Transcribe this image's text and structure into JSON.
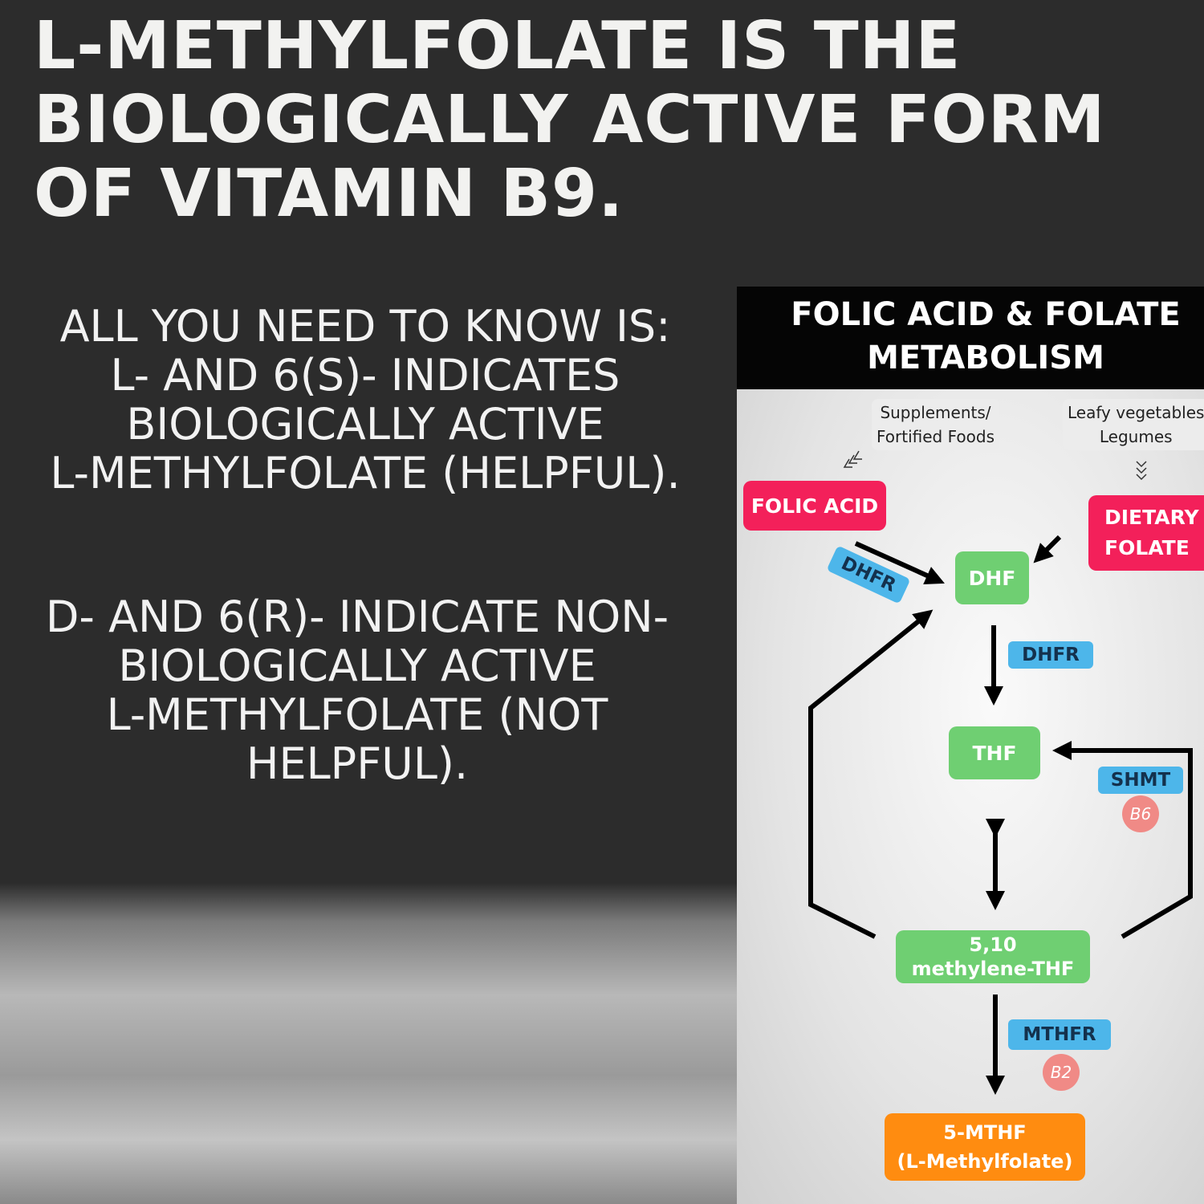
{
  "headline": [
    "L-METHYLFOLATE IS THE",
    "BIOLOGICALLY ACTIVE FORM",
    "OF VITAMIN B9."
  ],
  "paragraph_1": [
    "ALL YOU NEED TO KNOW IS:",
    "L- AND 6(S)- INDICATES",
    "BIOLOGICALLY ACTIVE",
    "L-METHYLFOLATE (HELPFUL)."
  ],
  "paragraph_2": [
    "D- AND 6(R)- INDICATE NON-",
    "BIOLOGICALLY ACTIVE",
    "L-METHYLFOLATE (NOT",
    "HELPFUL)."
  ],
  "diagram": {
    "title": [
      "FOLIC ACID & FOLATE",
      "METABOLISM"
    ],
    "sources": {
      "supplements": [
        "Supplements/",
        "Fortified Foods"
      ],
      "leafy": [
        "Leafy vegetables",
        "Legumes"
      ]
    },
    "nodes": {
      "folic_acid": "FOLIC ACID",
      "dietary_folate": [
        "DIETARY",
        "FOLATE"
      ],
      "dhf": "DHF",
      "thf": "THF",
      "methylene_thf": [
        "5,10",
        "methylene-THF"
      ],
      "mthf": [
        "5-MTHF",
        "(L-Methylfolate)"
      ]
    },
    "enzymes": {
      "dhfr_1": "DHFR",
      "dhfr_2": "DHFR",
      "shmt": "SHMT",
      "mthfr": "MTHFR"
    },
    "cofactors": {
      "b6": "B6",
      "b2": "B2"
    },
    "colors": {
      "source_node": "#f3205a",
      "intermediate": "#6fcf72",
      "product": "#ff8c10",
      "enzyme": "#4db6ea",
      "cofactor": "#f08a86"
    }
  }
}
